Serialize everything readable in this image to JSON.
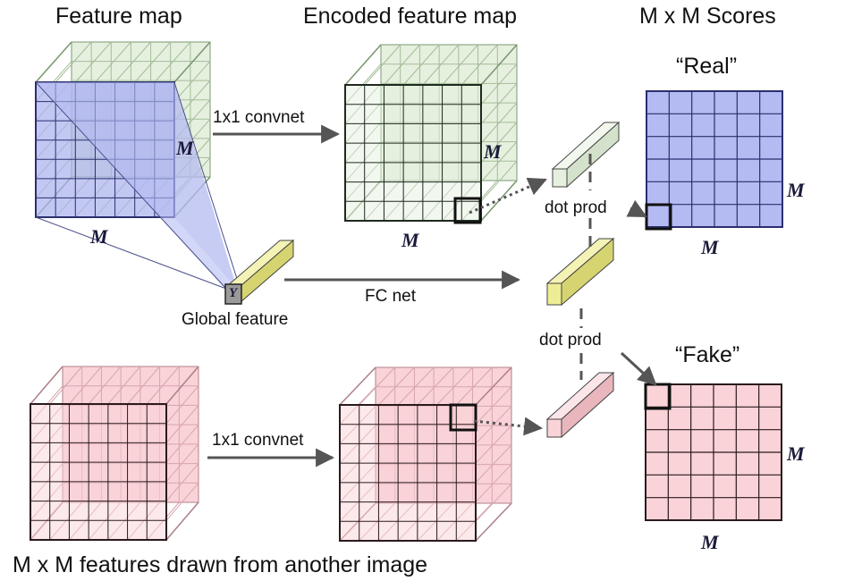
{
  "titles": {
    "feature_map": "Feature map",
    "encoded_feature_map": "Encoded feature map",
    "scores": "M x M Scores"
  },
  "labels": {
    "real": "“Real”",
    "fake": "“Fake”",
    "convnet_top": "1x1 convnet",
    "convnet_bottom": "1x1 convnet",
    "fc_net": "FC net",
    "dot_prod_top": "dot prod",
    "dot_prod_bottom": "dot prod",
    "global_feature": "Global feature",
    "y_symbol": "Y",
    "bottom_caption": "M x M features drawn from another image"
  },
  "dims": {
    "fm_right": "M",
    "fm_bottom": "M",
    "enc_right": "M",
    "enc_bottom": "M",
    "real_right": "M",
    "real_bottom": "M",
    "fake_right": "M",
    "fake_bottom": "M"
  },
  "colors": {
    "blue_fill": "#b4baf2",
    "blue_stroke": "#2a2f6e",
    "green_fill": "#e6f0df",
    "green_stroke": "#7a9870",
    "pink_fill": "#f9d3d8",
    "pink_stroke": "#b08088",
    "yellow_fill": "#eeec95",
    "arrow": "#555555"
  }
}
